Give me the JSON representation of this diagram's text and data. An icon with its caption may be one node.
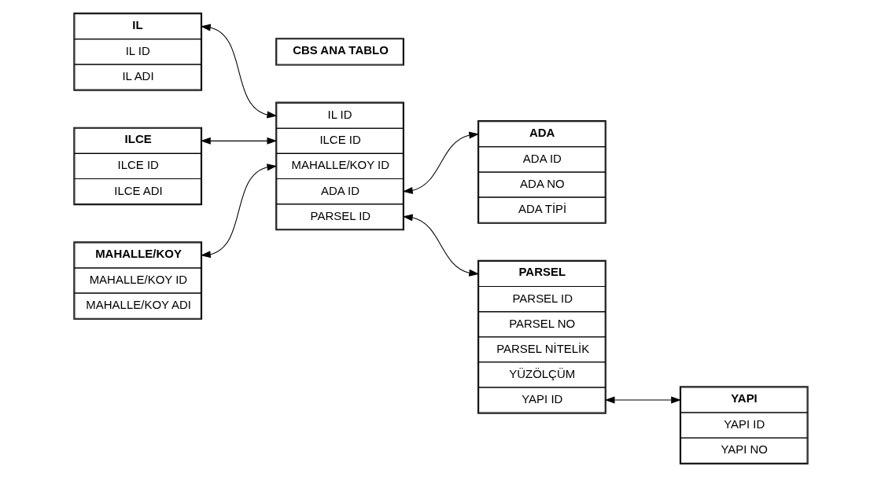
{
  "diagram": {
    "nodes": [
      {
        "text": [
          "IL",
          "IL ID",
          "IL ADI"
        ]
      },
      {
        "text": [
          "CBS ANA TABLO"
        ]
      },
      {
        "text": [
          "IL ID",
          "ILCE ID",
          "MAHALLE/KOY ID",
          "ADA ID",
          "PARSEL ID"
        ]
      },
      {
        "text": [
          "ADA",
          "ADA ID",
          "ADA NO",
          "ADA TİPİ"
        ]
      },
      {
        "text": [
          "ILCE",
          "ILCE ID",
          "ILCE ADI"
        ]
      },
      {
        "text": [
          "PARSEL",
          "PARSEL ID",
          "PARSEL NO",
          "PARSEL NİTELİK",
          "YÜZÖLÇÜM",
          "YAPI ID"
        ]
      },
      {
        "text": [
          "YAPI",
          "YAPI ID",
          "YAPI NO"
        ]
      },
      {
        "text": [
          "MAHALLE/KOY",
          "MAHALLE/KOY ID",
          "MAHALLE/KOY ADI"
        ]
      }
    ],
    "edges": [
      {
        "from": 0,
        "to": 2,
        "arrow": "both"
      },
      {
        "from": 4,
        "to": 2,
        "arrow": "both"
      },
      {
        "from": 7,
        "to": 2,
        "arrow": "both"
      },
      {
        "from": 2,
        "to": 3,
        "arrow": "both"
      },
      {
        "from": 2,
        "to": 5,
        "arrow": "both"
      },
      {
        "from": 5,
        "to": 6,
        "arrow": "both"
      }
    ]
  }
}
